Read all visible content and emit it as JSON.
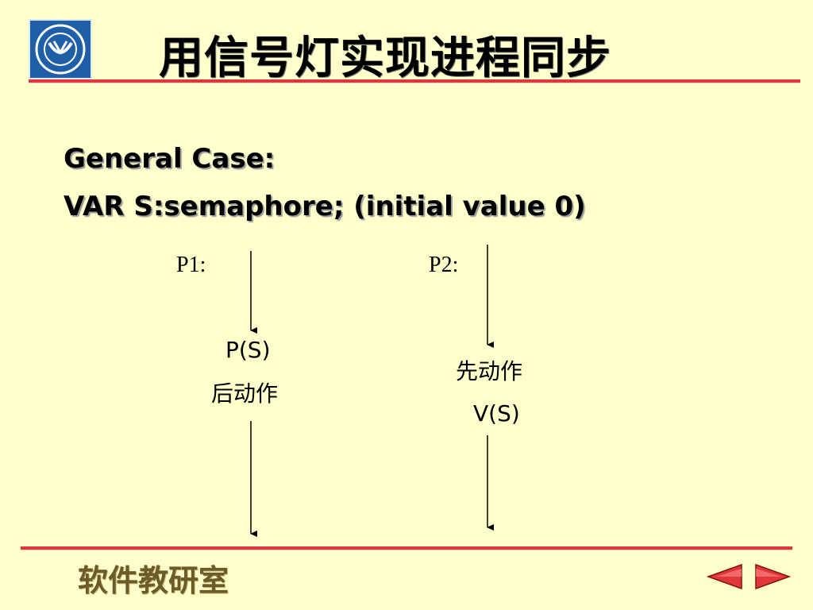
{
  "slide": {
    "title": "用信号灯实现进程同步",
    "line1": "General Case:",
    "line2": "VAR S:semaphore; (initial value 0)"
  },
  "p1": {
    "label": "P1:",
    "step1": "P(S)",
    "step2": "后动作"
  },
  "p2": {
    "label": "P2:",
    "step1": "先动作",
    "step2": "V(S)"
  },
  "footer": {
    "text": "软件教研室"
  },
  "colors": {
    "background": "#FFFFCC",
    "rule": "#E0373A",
    "footer_text": "#6B5A2A",
    "nav": "#E0373A"
  },
  "icons": {
    "logo": "university-emblem",
    "prev": "triangle-left-icon",
    "next": "triangle-right-icon"
  }
}
